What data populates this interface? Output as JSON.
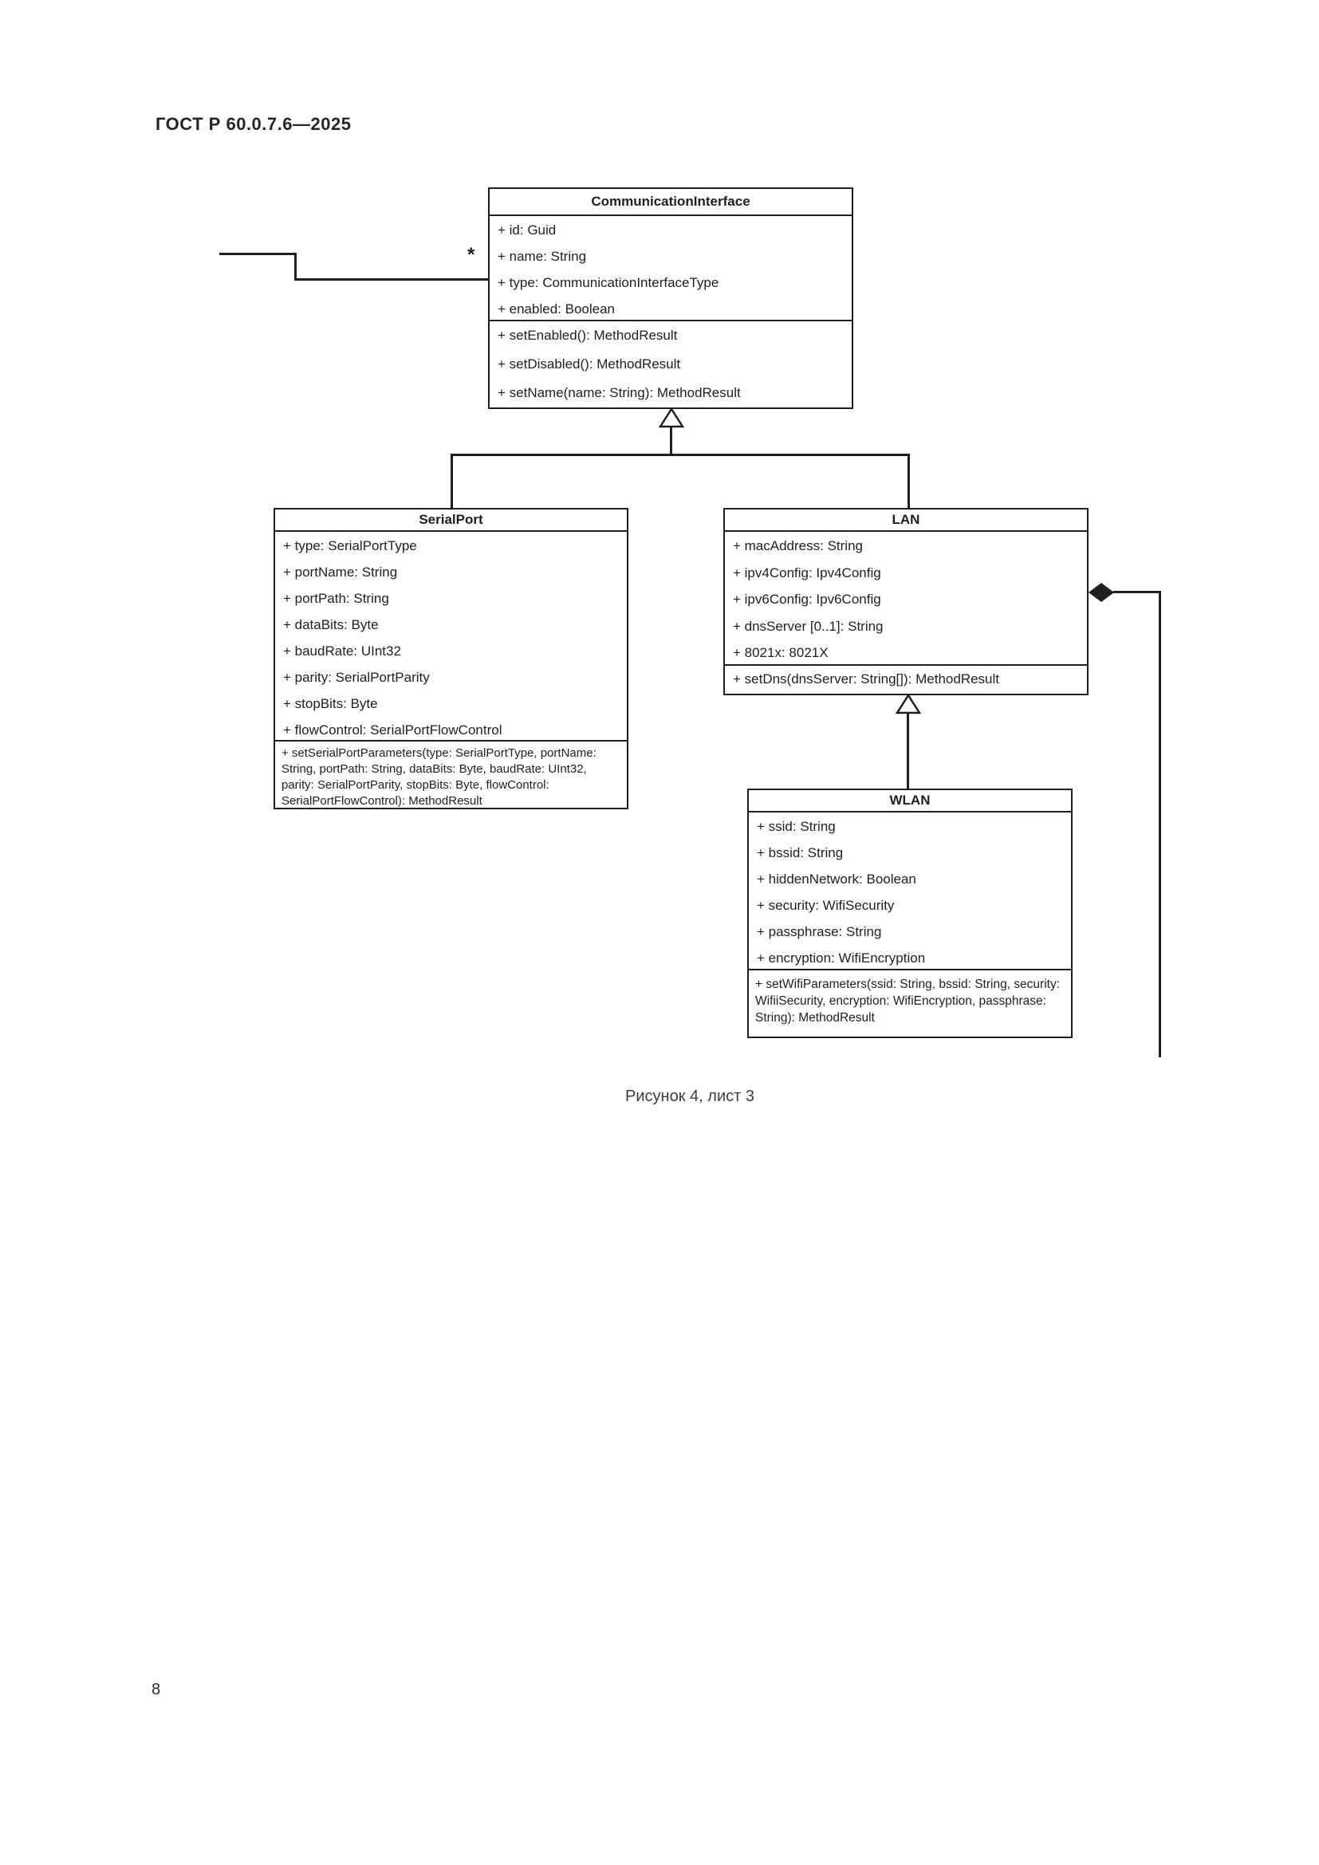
{
  "page": {
    "header": "ГОСТ Р 60.0.7.6—2025",
    "caption": "Рисунок 4, лист 3",
    "page_number": "8"
  },
  "diagram": {
    "multiplicity_label": "*",
    "classes": [
      {
        "title": "CommunicationInterface",
        "attributes": [
          "+ id: Guid",
          "+ name: String",
          "+ type: CommunicationInterfaceType",
          "+ enabled: Boolean"
        ],
        "methods": [
          "+ setEnabled(): MethodResult",
          "+ setDisabled(): MethodResult",
          "+ setName(name: String): MethodResult"
        ]
      },
      {
        "title": "SerialPort",
        "attributes": [
          "+ type: SerialPortType",
          "+ portName: String",
          "+ portPath: String",
          "+ dataBits: Byte",
          "+ baudRate: UInt32",
          "+ parity: SerialPortParity",
          "+ stopBits: Byte",
          "+ flowControl: SerialPortFlowControl"
        ],
        "methods": [
          "+ setSerialPortParameters(type: SerialPortType, portName: String, portPath: String, dataBits: Byte, baudRate: UInt32, parity: SerialPortParity, stopBits: Byte, flowControl: SerialPortFlowControl): MethodResult"
        ]
      },
      {
        "title": "LAN",
        "attributes": [
          "+ macAddress: String",
          "+ ipv4Config: Ipv4Config",
          "+ ipv6Config: Ipv6Config",
          "+ dnsServer [0..1]: String",
          "+ 8021x: 8021X"
        ],
        "methods": [
          "+ setDns(dnsServer: String[]): MethodResult"
        ]
      },
      {
        "title": "WLAN",
        "attributes": [
          "+ ssid: String",
          "+ bssid: String",
          "+ hiddenNetwork: Boolean",
          "+ security: WifiSecurity",
          "+ passphrase: String",
          "+ encryption: WifiEncryption"
        ],
        "methods": [
          "+ setWifiParameters(ssid: String, bssid: String, security: WifiiSecurity, encryption: WifiEncryption, passphrase: String): MethodResult"
        ]
      }
    ]
  }
}
